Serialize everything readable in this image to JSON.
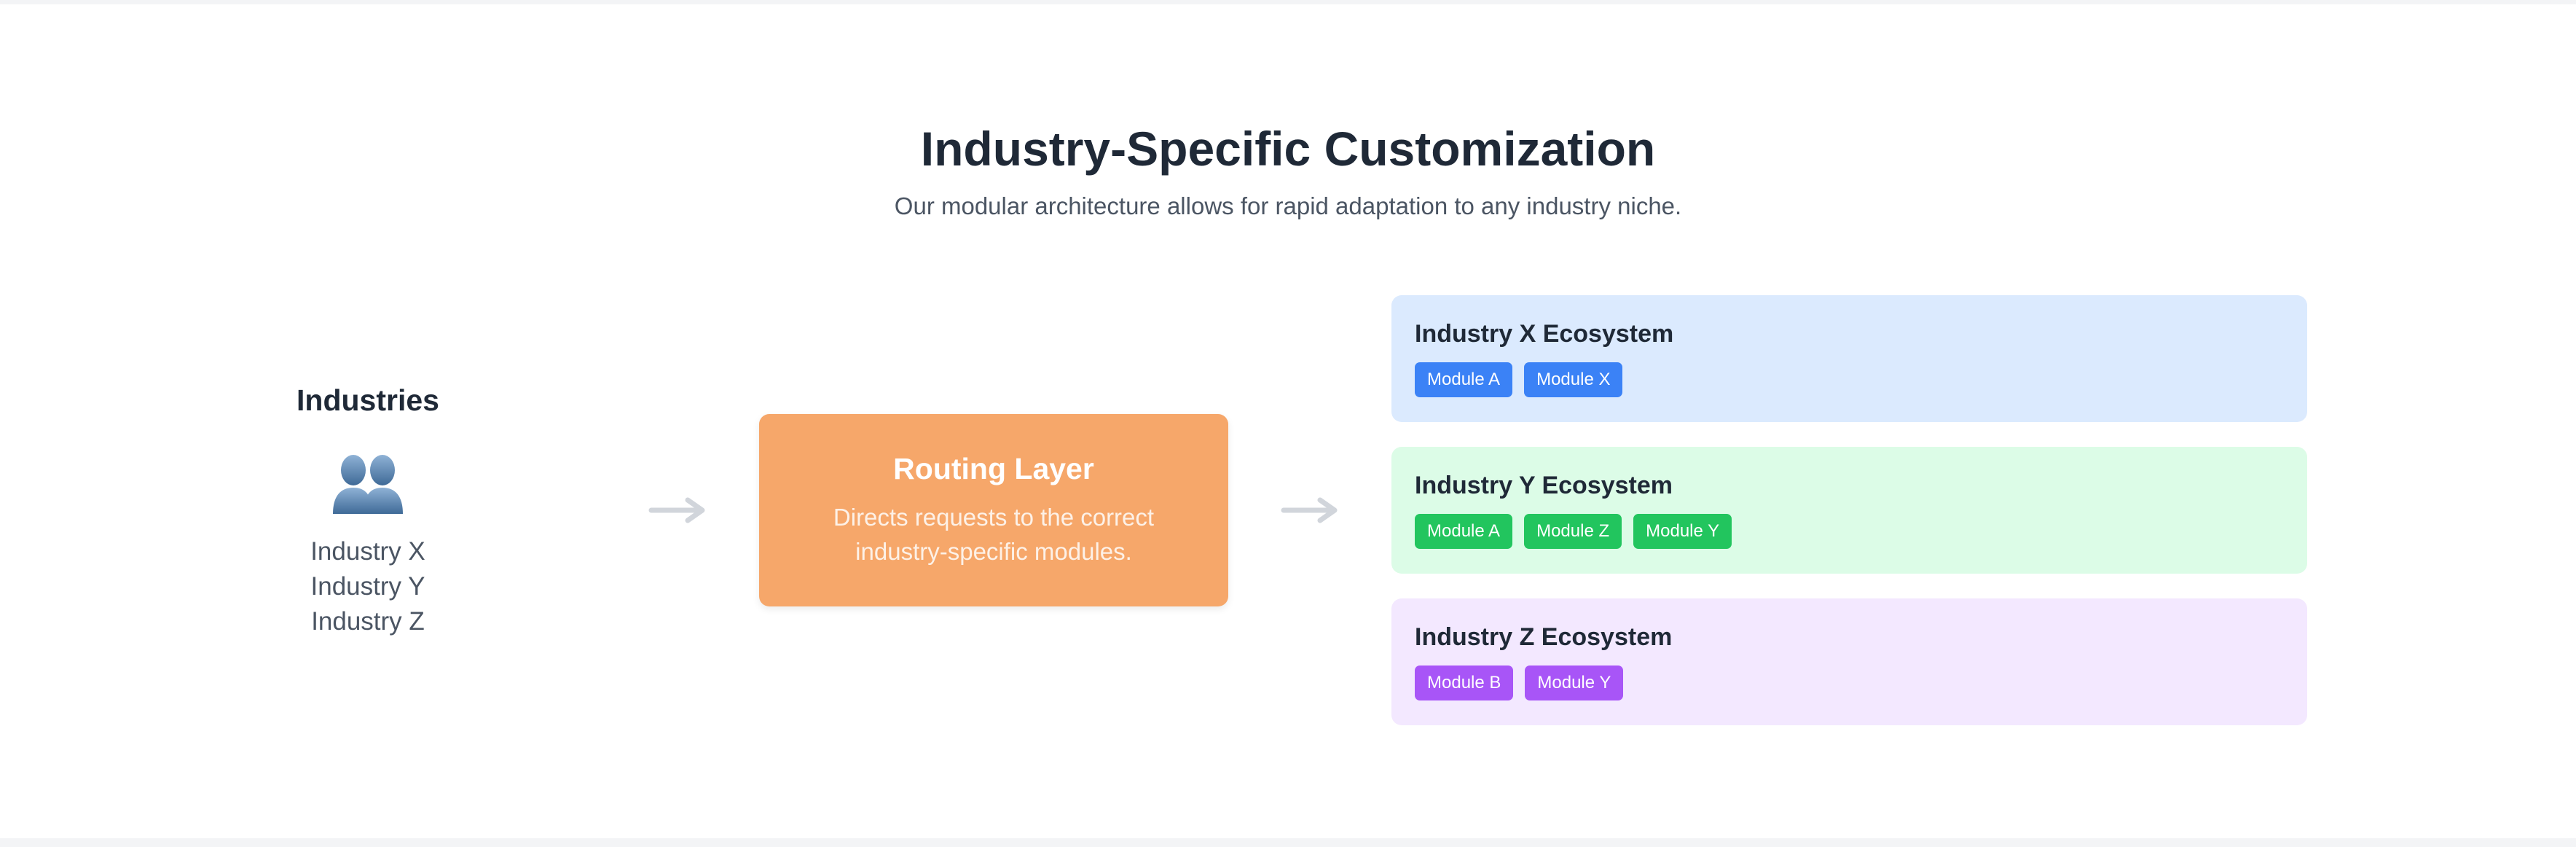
{
  "header": {
    "title": "Industry-Specific Customization",
    "subtitle": "Our modular architecture allows for rapid adaptation to any industry niche."
  },
  "industries": {
    "heading": "Industries",
    "icon": "users-icon",
    "items": [
      "Industry X",
      "Industry Y",
      "Industry Z"
    ]
  },
  "routing": {
    "title": "Routing Layer",
    "description": "Directs requests to the correct industry-specific modules."
  },
  "ecosystems": [
    {
      "title": "Industry X Ecosystem",
      "modules": [
        "Module A",
        "Module X"
      ],
      "color": "#3b82f6",
      "background": "#dbeafe"
    },
    {
      "title": "Industry Y Ecosystem",
      "modules": [
        "Module A",
        "Module Z",
        "Module Y"
      ],
      "color": "#22c55e",
      "background": "#dcfce7"
    },
    {
      "title": "Industry Z Ecosystem",
      "modules": [
        "Module B",
        "Module Y"
      ],
      "color": "#a855f7",
      "background": "#f3e8ff"
    }
  ],
  "colors": {
    "routing": "#f6a76a",
    "arrow": "#d1d5db",
    "heading_text": "#1f2937"
  }
}
